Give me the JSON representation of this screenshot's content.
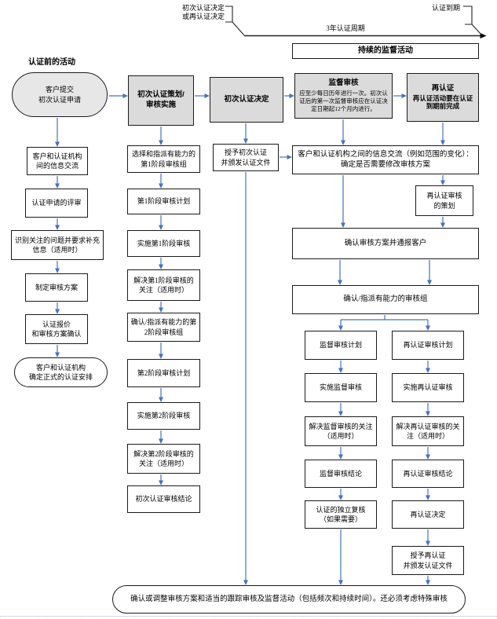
{
  "timeline": {
    "decision_label": "初次认证决定\n或再认证决定",
    "cycle_label": "3年认证周期",
    "expiry_label": "认证到期"
  },
  "sections": {
    "pre_cert_label": "认证前的活动",
    "surveillance_label": "持续的监督活动"
  },
  "colors": {
    "accent_blue": "#4472C4",
    "box_gray": "#DBDBDB"
  },
  "pre_cert": {
    "header": "客户提交\n初次认证申请",
    "steps": [
      "客户和认证机构间的信息交流",
      "认证申请的评审",
      "识别关注的问题并要求补充信息（适用时）",
      "制定审核方案",
      "认证报价\n和审核方案确认"
    ],
    "terminal": "客户和认证机构\n确定正式的认证安排"
  },
  "initial_audit": {
    "header": "初次认证策划/\n审核实施",
    "steps": [
      "选择和指派有能力的第1阶段审核组",
      "第1阶段审核计划",
      "实施第1阶段审核",
      "解决第1阶段审核的关注（适用时）",
      "确认/指派有能力的第2阶段审核组",
      "第2阶段审核计划",
      "实施第2阶段审核",
      "解决第2阶段审核的关注（适用时）",
      "初次认证审核结论"
    ]
  },
  "initial_decision": {
    "header": "初次认证决定",
    "grant": "授予初次认证\n并颁发认证文件"
  },
  "surveillance": {
    "header_title": "监督审核",
    "header_note": "应至少每日历年进行一次。初次认证后的第一次监督审核应在认证决定日期起12个月内进行。",
    "steps": [
      "监督审核计划",
      "实施监督审核",
      "解决监督审核的关注（适用时）",
      "监督审核结论",
      "认证的独立复核\n（如果需要）"
    ]
  },
  "recert": {
    "header_title": "再认证",
    "header_note": "再认证活动要在认证到期前完成",
    "planning": "再认证审核\n的策划",
    "steps": [
      "再认证审核计划",
      "实施再认证审核",
      "解决再认证审核的关注（适用时）",
      "再认证审核结论",
      "再认证决定",
      "授予再认证\n并颁发认证文件"
    ]
  },
  "shared": {
    "info_exchange": "客户和认证机构之间的信息交流（例如范围的变化）：确定是否需要修改审核方案",
    "confirm_programme": "确认审核方案并通报客户",
    "confirm_team": "确认/指派有能力的审核组"
  },
  "footer": "确认或调整审核方案和适当的跟踪审核及监督活动（包括频次和持续时间）。还必须考虑特殊审核"
}
